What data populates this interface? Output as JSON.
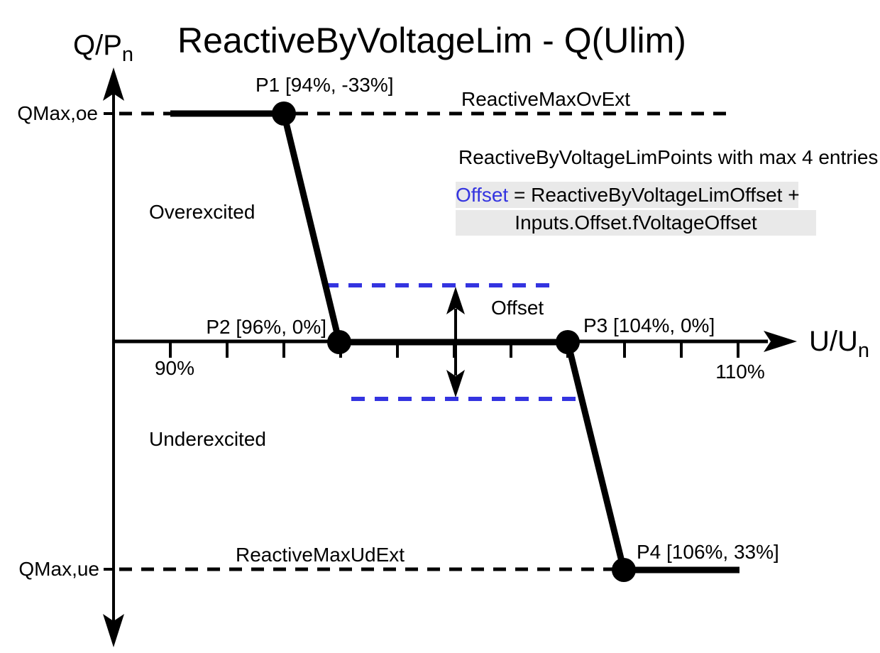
{
  "title": "ReactiveByVoltageLim - Q(Ulim)",
  "axes": {
    "y_label_main": "Q/P",
    "y_label_sub": "n",
    "x_label_main": "U/U",
    "x_label_sub": "n",
    "x_tick_left": "90%",
    "x_tick_right": "110%",
    "y_upper_value": "QMax,oe",
    "y_lower_value": "QMax,ue"
  },
  "regions": {
    "upper": "Overexcited",
    "lower": "Underexcited"
  },
  "limit_lines": {
    "upper": "ReactiveMaxOvExt",
    "lower": "ReactiveMaxUdExt"
  },
  "points": [
    {
      "name": "P1",
      "label": "P1 [94%, -33%]",
      "u": "94%",
      "q": "-33%"
    },
    {
      "name": "P2",
      "label": "P2 [96%, 0%]",
      "u": "96%",
      "q": "0%"
    },
    {
      "name": "P3",
      "label": "P3 [104%, 0%]",
      "u": "104%",
      "q": "0%"
    },
    {
      "name": "P4",
      "label": "P4 [106%, 33%]",
      "u": "106%",
      "q": "33%"
    }
  ],
  "notes": {
    "points_note": "ReactiveByVoltageLimPoints with max 4 entries",
    "offset_arrow_label": "Offset",
    "equation_line1_term": "Offset",
    "equation_line1_rest": " = ReactiveByVoltageLimOffset +",
    "equation_line2": "Inputs.Offset.fVoltageOffset"
  },
  "colors": {
    "ink": "#000000",
    "accent_blue": "#3434e0",
    "highlight_gray": "#e9e9e9",
    "background": "#ffffff"
  }
}
